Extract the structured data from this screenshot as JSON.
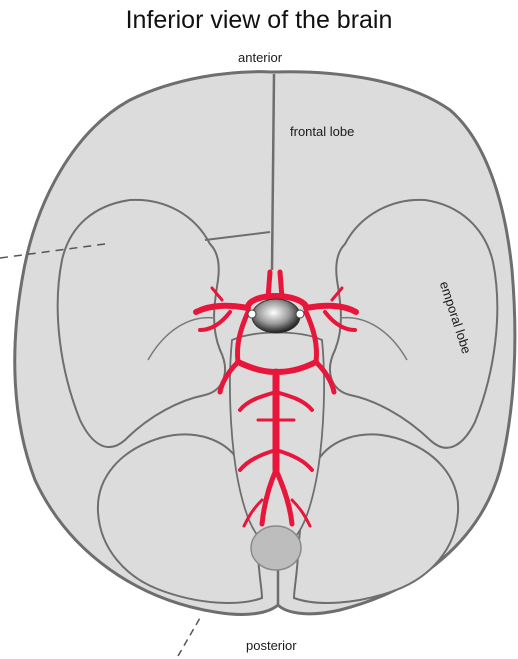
{
  "title": "Inferior view of the brain",
  "labels": {
    "anterior": "anterior",
    "frontal_lobe": "frontal lobe",
    "temporal_lobe": "emporal lobe",
    "posterior": "posterior"
  },
  "colors": {
    "brain_fill": "#dcdcdc",
    "outline": "#6e6e6e",
    "artery": "#e8163a",
    "background": "#ffffff"
  }
}
